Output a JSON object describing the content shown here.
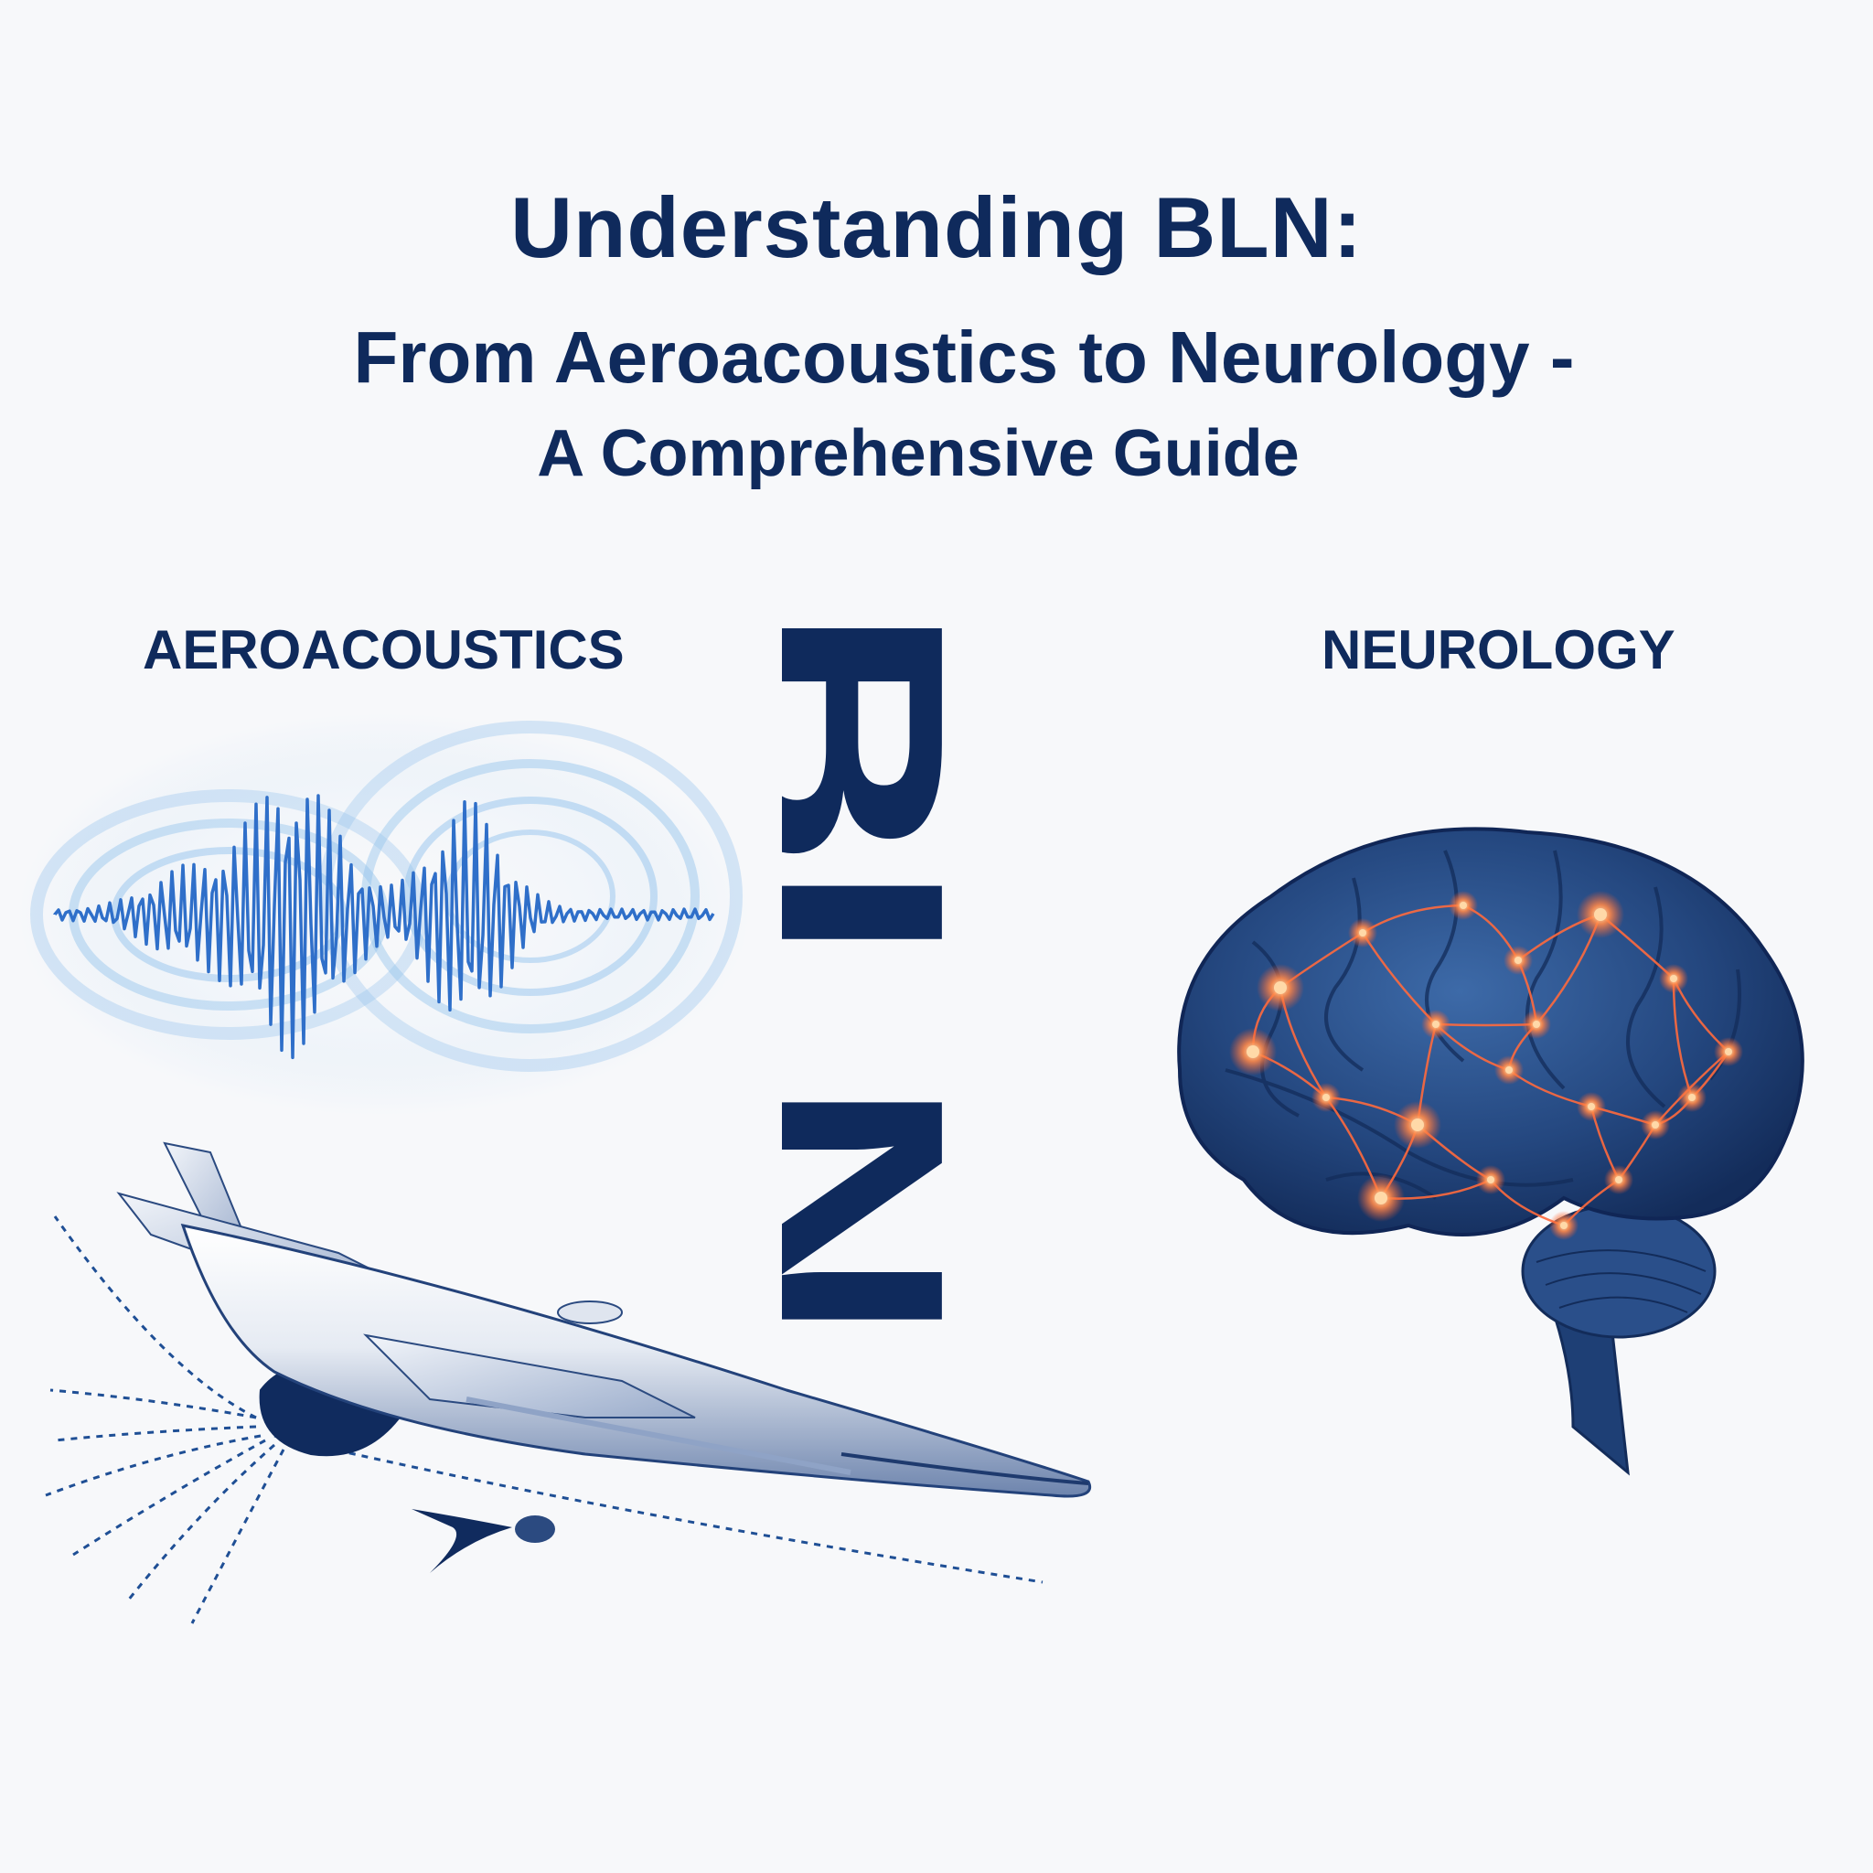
{
  "title": {
    "line1": "Understanding BLN:",
    "line2": "From Aeroacoustics to Neurology -",
    "line3": "A Comprehensive Guide"
  },
  "labels": {
    "left": "AEROACOUSTICS",
    "right": "NEUROLOGY"
  },
  "center_text": "BLN",
  "illustrations": {
    "wave": "sound-wave-illustration",
    "jet": "jet-aircraft-illustration",
    "brain": "neural-brain-illustration"
  },
  "colors": {
    "navy": "#0f2a5c",
    "wave_blue": "#2f6fc9",
    "glow_blue": "#8fc0ec",
    "neuron_orange": "#ff6a3d",
    "brain_blue": "#1e3f75"
  }
}
